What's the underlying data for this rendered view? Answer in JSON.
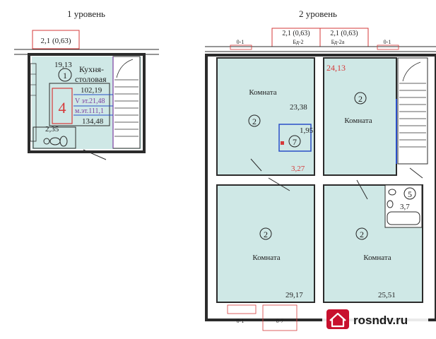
{
  "levels": {
    "first": "1 уровень",
    "second": "2 уровень"
  },
  "level1": {
    "window_label": "2,1 (0,63)",
    "area_small": "19,13",
    "room_number": "1",
    "room_name_line1": "Кухня-",
    "room_name_line2": "столовая",
    "area_main": "102,19",
    "volume_floor": "V эт.21,48",
    "volume_attic": "м.эт.111,1",
    "apartment_number": "4",
    "area_total": "134,48",
    "bath_area": "2,35"
  },
  "level2": {
    "window_left": "2,1 (0,63)",
    "window_right": "2,1 (0,63)",
    "mark_o1_top_left": "0-1",
    "mark_o1_top_right": "0-1",
    "mark_bd2_left": "Бд-2",
    "mark_bd2_right": "Бд-2а",
    "room_tl_name": "Комната",
    "room_tl_number": "2",
    "room_tl_area": "23,38",
    "room_tr_name": "Комната",
    "room_tr_number": "2",
    "room_tr_area": "24,13",
    "closet_number": "7",
    "closet_area": "1,95",
    "hall_area": "3,27",
    "room_bl_name": "Комната",
    "room_bl_number": "2",
    "room_bl_area": "29,17",
    "room_br_name": "Комната",
    "room_br_number": "2",
    "room_br_area": "25,51",
    "bath_number": "5",
    "bath_area": "3,7",
    "mark_o1_bottom": "0-1",
    "mark_o7_bottom": "0-7"
  },
  "watermark": {
    "text": "rosndv.ru",
    "brand_color": "#c8102e"
  },
  "colors": {
    "room_fill": "#cfe8e6",
    "wall": "#2b2b2b",
    "red_marking": "#d63a3a",
    "purple_text": "#7a3ea0",
    "blue_lines": "#2a4fc7"
  }
}
